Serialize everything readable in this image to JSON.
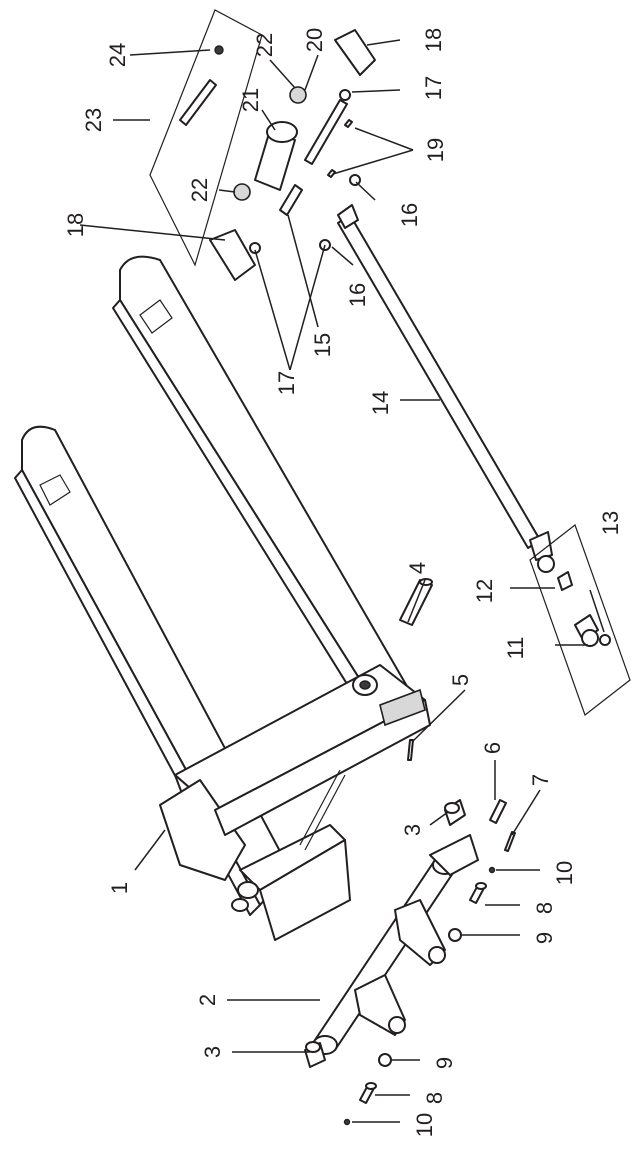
{
  "callouts": [
    "1",
    "2",
    "3",
    "3",
    "4",
    "5",
    "6",
    "7",
    "8",
    "8",
    "9",
    "9",
    "10",
    "10",
    "11",
    "12",
    "13",
    "14",
    "15",
    "16",
    "16",
    "17",
    "17",
    "18",
    "18",
    "19",
    "20",
    "21",
    "22",
    "22",
    "23",
    "24"
  ],
  "colors": {
    "line": "#231f20",
    "fill": "#ffffff",
    "shade": "#d8d8d8",
    "dark": "#3a3a3a"
  }
}
